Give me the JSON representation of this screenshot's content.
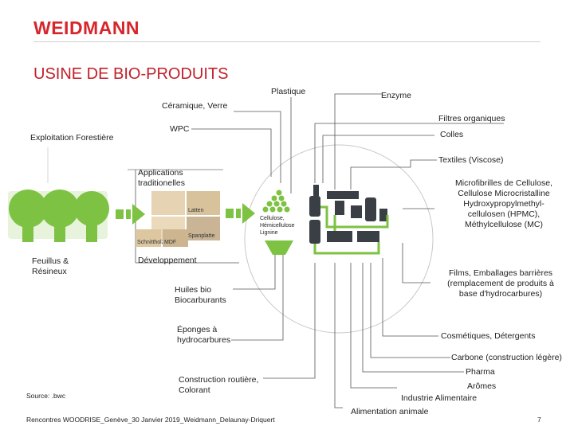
{
  "header": {
    "logo": "WEIDMANN",
    "title": "USINE DE BIO-PRODUITS"
  },
  "left": {
    "exploitation": "Exploitation Forestière",
    "feuillus_line1": "Feuillus &",
    "feuillus_line2": "Résineux",
    "applications_line1": "Applications",
    "applications_line2": "traditionelles",
    "developpement": "Développement"
  },
  "wood_products": {
    "latten": "Latten",
    "spanplatte": "Spanplatte",
    "schnittholz": "Schnittholz",
    "mdf": "MDF"
  },
  "center": {
    "cellulose": "Cellulose,",
    "hemicellulose": "Hémicellulose",
    "lignine": "Lignine"
  },
  "products": {
    "plastique": "Plastique",
    "enzyme": "Enzyme",
    "ceramique": "Céramique, Verre",
    "filtres": "Filtres organiques",
    "wpc": "WPC",
    "colles": "Colles",
    "textiles": "Textiles (Viscose)",
    "micro_1": "Microfibrilles de Cellulose,",
    "micro_2": "Cellulose Microcristalline",
    "micro_3": "Hydroxypropylmethyl-",
    "micro_4": "cellulosen (HPMC),",
    "micro_5": "Méthylcellulose (MC)",
    "films_1": "Films, Emballages barrières",
    "films_2": "(remplacement de produits à",
    "films_3": "base d'hydrocarbures)",
    "huiles_1": "Huiles bio",
    "huiles_2": "Biocarburants",
    "eponges_1": "Éponges à",
    "eponges_2": "hydrocarbures",
    "cosmetiques": "Cosmétiques, Détergents",
    "carbone": "Carbone (construction légère)",
    "pharma": "Pharma",
    "construction_1": "Construction routière,",
    "construction_2": "Colorant",
    "aromes": "Arômes",
    "industrie": "Industrie Alimentaire",
    "alimentation": "Alimentation animale"
  },
  "footer": {
    "source": "Source: .bwc",
    "rencontres": "Rencontres WOODRISE_Genève_30 Janvier 2019_Weidmann_Delaunay-Driquert",
    "page": "7"
  },
  "colors": {
    "brand_red": "#d6262b",
    "title_red": "#c0202a",
    "tree_green": "#7dc242",
    "arrow_green": "#7dc242",
    "line_gray": "#555555",
    "machine_dark": "#3a3f45"
  }
}
